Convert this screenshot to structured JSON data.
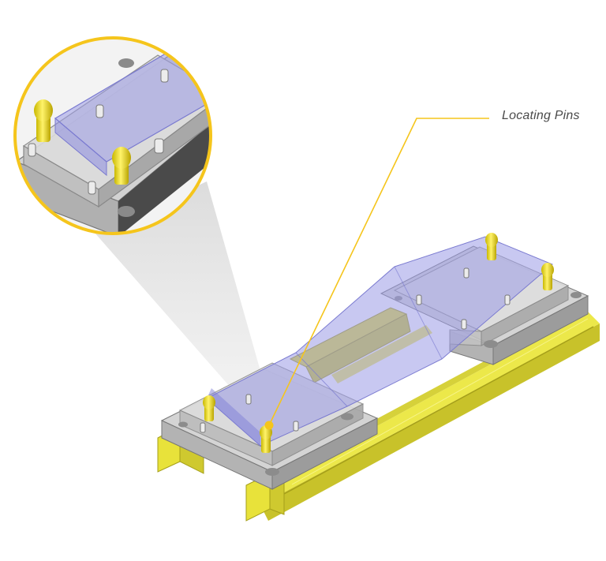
{
  "callout": {
    "label": "Locating Pins"
  },
  "colors": {
    "accent": "#f5c51c",
    "rail_yellow": "#e8e23a",
    "plate_gray": "#c9c9c9",
    "workpiece_blue": "#9a9ae6",
    "background": "#ffffff"
  },
  "icons": [
    "locating-pin",
    "magnifier-circle"
  ]
}
